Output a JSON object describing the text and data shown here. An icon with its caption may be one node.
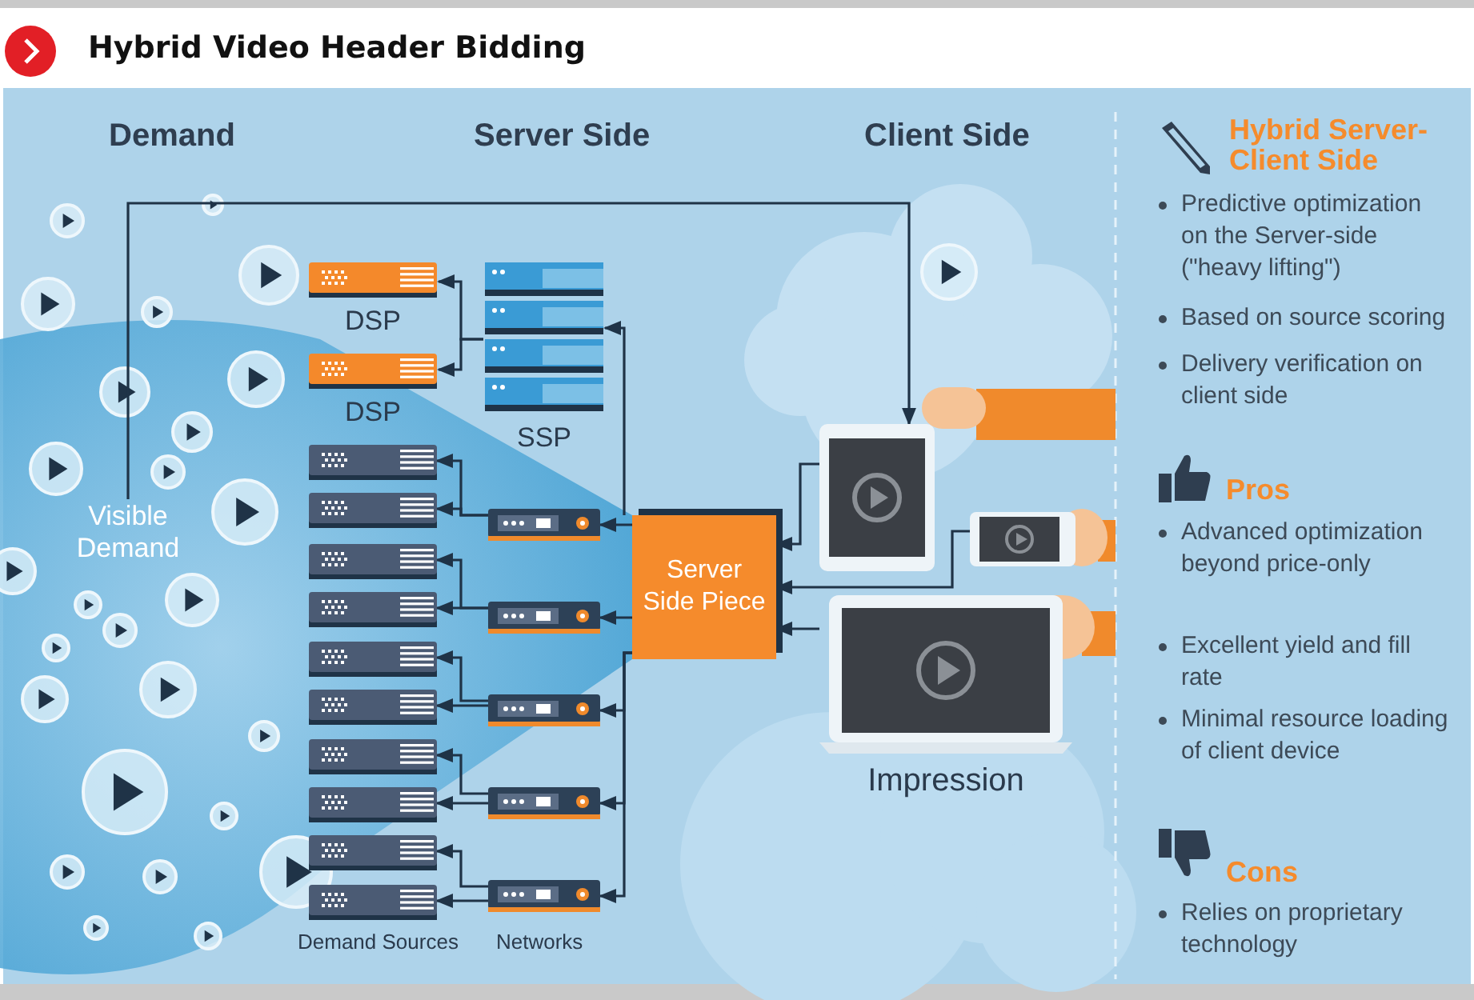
{
  "diagram": {
    "title": "Hybrid Video Header Bidding",
    "nodes": [
      {
        "text": [
          "Visible Demand"
        ]
      },
      {
        "text": [
          "DSP"
        ]
      },
      {
        "text": [
          "DSP"
        ]
      },
      {
        "text": [
          "SSP"
        ]
      },
      {
        "text": [],
        "shape": "picture"
      },
      {
        "text": [],
        "shape": "picture"
      },
      {
        "text": [],
        "shape": "picture"
      },
      {
        "text": [],
        "shape": "picture"
      },
      {
        "text": [],
        "shape": "picture"
      },
      {
        "text": [],
        "shape": "picture"
      },
      {
        "text": [],
        "shape": "picture"
      },
      {
        "text": [],
        "shape": "picture"
      },
      {
        "text": [],
        "shape": "picture"
      },
      {
        "text": [],
        "shape": "picture"
      },
      {
        "text": [],
        "shape": "picture"
      },
      {
        "text": [],
        "shape": "picture"
      },
      {
        "text": [],
        "shape": "picture"
      },
      {
        "text": [],
        "shape": "picture"
      },
      {
        "text": [],
        "shape": "picture"
      },
      {
        "text": [
          "Server Side Piece"
        ]
      },
      {
        "text": [],
        "shape": "picture"
      },
      {
        "text": [],
        "shape": "picture"
      },
      {
        "text": [
          "Impression"
        ]
      }
    ],
    "edges": [
      {
        "from": 0,
        "to": 20,
        "arrow": "to"
      },
      {
        "from": 3,
        "to": 1,
        "arrow": "to"
      },
      {
        "from": 3,
        "to": 2,
        "arrow": "to"
      },
      {
        "from": 19,
        "to": 3,
        "arrow": "to"
      },
      {
        "from": 19,
        "to": 14,
        "arrow": "to"
      },
      {
        "from": 19,
        "to": 15,
        "arrow": "to"
      },
      {
        "from": 19,
        "to": 16,
        "arrow": "to"
      },
      {
        "from": 19,
        "to": 17,
        "arrow": "to"
      },
      {
        "from": 19,
        "to": 18,
        "arrow": "to"
      },
      {
        "from": 14,
        "to": 4,
        "arrow": "to"
      },
      {
        "from": 14,
        "to": 5,
        "arrow": "to"
      },
      {
        "from": 15,
        "to": 6,
        "arrow": "to"
      },
      {
        "from": 15,
        "to": 7,
        "arrow": "to"
      },
      {
        "from": 16,
        "to": 8,
        "arrow": "to"
      },
      {
        "from": 16,
        "to": 9,
        "arrow": "to"
      },
      {
        "from": 17,
        "to": 10,
        "arrow": "to"
      },
      {
        "from": 17,
        "to": 11,
        "arrow": "to"
      },
      {
        "from": 18,
        "to": 12,
        "arrow": "to"
      },
      {
        "from": 18,
        "to": 13,
        "arrow": "to"
      },
      {
        "from": 20,
        "to": 19,
        "arrow": "to"
      },
      {
        "from": 21,
        "to": 19,
        "arrow": "to"
      },
      {
        "from": 22,
        "to": 19,
        "arrow": "to"
      }
    ],
    "labels": [
      "Demand",
      "Server Side",
      "Client Side",
      "Demand Sources",
      "Networks",
      "Hybrid Server-Client Side",
      "Predictive optimization on the Server-side (\"heavy lifting\")",
      "Based on source scoring",
      "Delivery verification on client side",
      "Pros",
      "Advanced optimization beyond price-only",
      "Excellent yield and fill rate",
      "Minimal resource loading of client device",
      "Cons",
      "Relies on proprietary technology"
    ]
  }
}
